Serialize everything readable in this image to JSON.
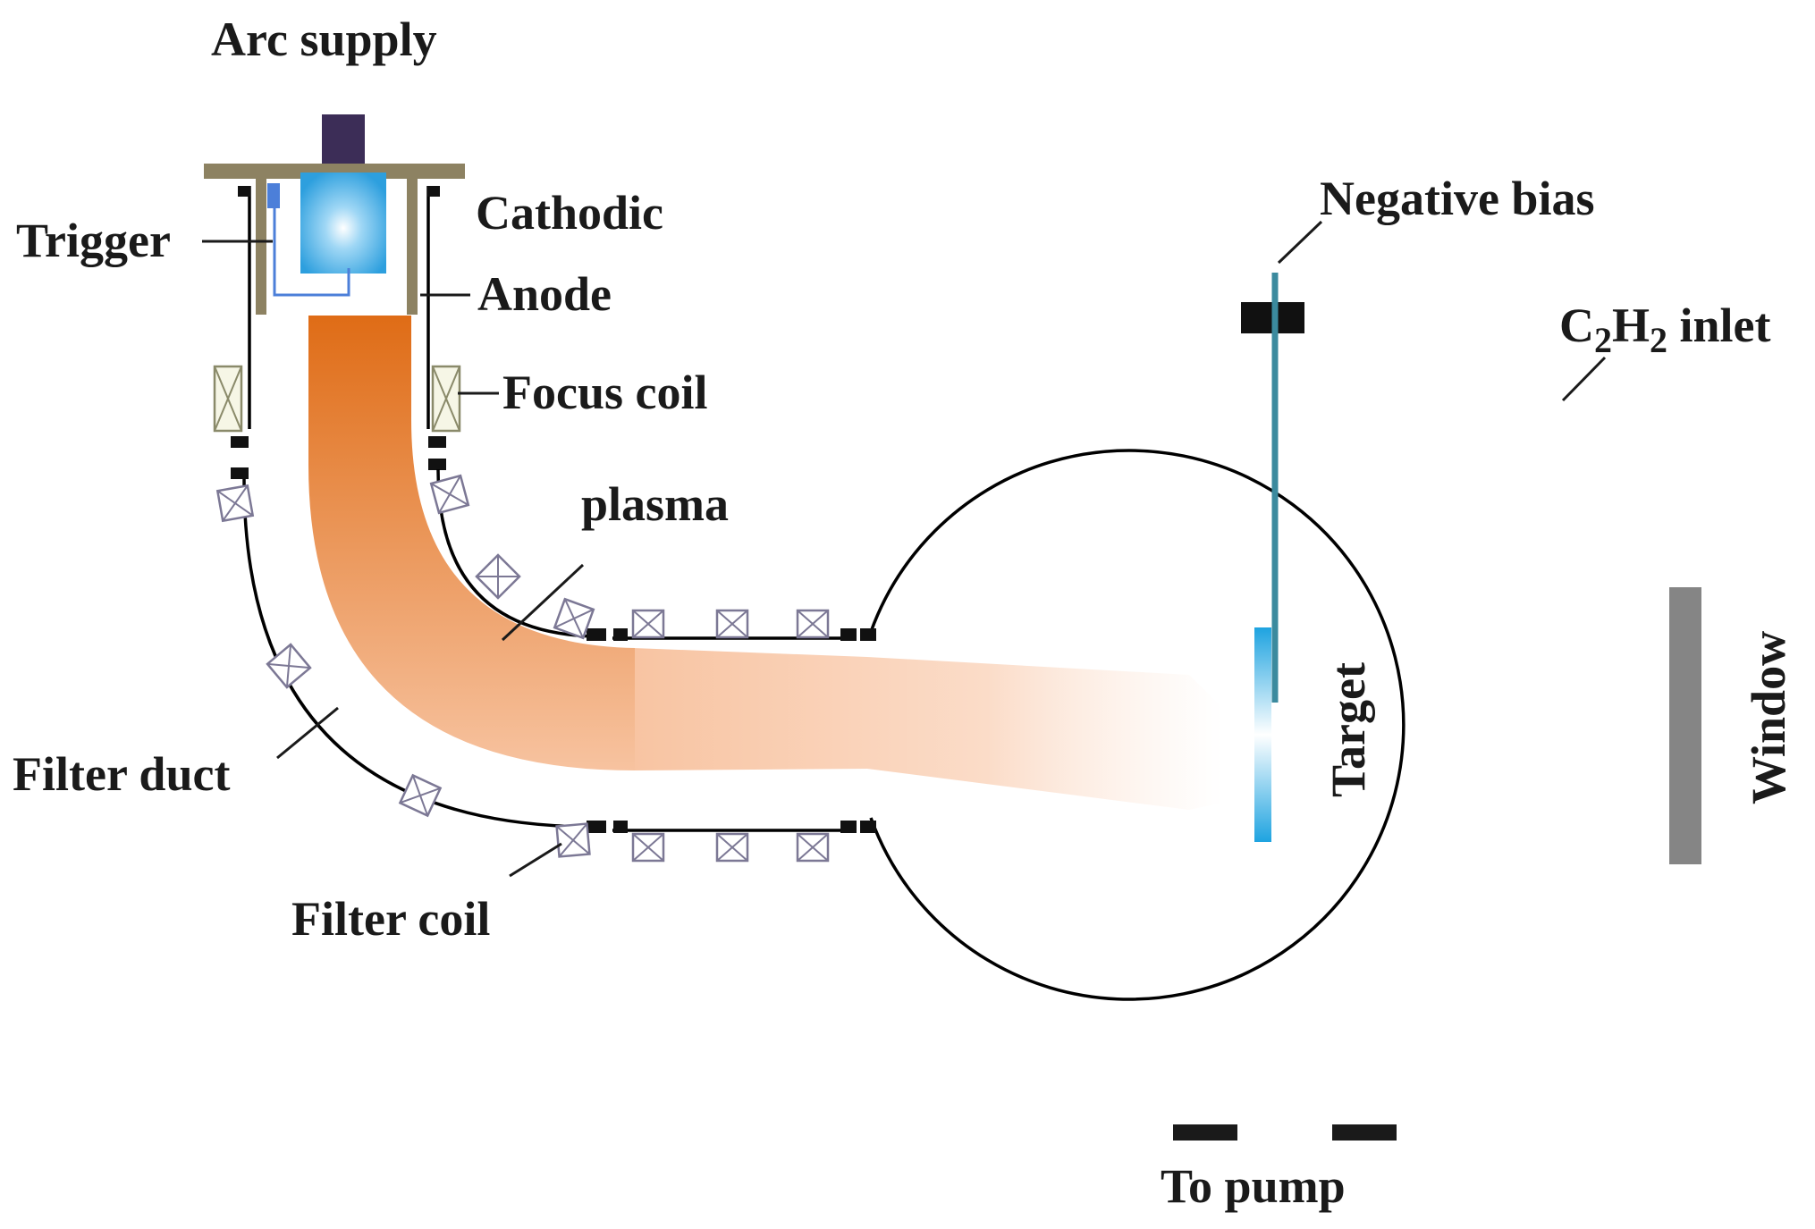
{
  "labels": {
    "arc_supply": "Arc supply",
    "trigger": "Trigger",
    "cathodic": "Cathodic",
    "anode": "Anode",
    "focus_coil": "Focus coil",
    "plasma": "plasma",
    "filter_duct": "Filter duct",
    "filter_coil": "Filter coil",
    "negative_bias": "Negative bias",
    "c2h2_main": "C",
    "c2h2_sub1": "2",
    "c2h2_h": "H",
    "c2h2_sub2": "2",
    "c2h2_rest": " inlet",
    "target": "Target",
    "window": "Window",
    "to_pump": "To pump"
  },
  "colors": {
    "plasma_start": "#e0721e",
    "plasma_end": "#fde8d8",
    "cathode": "#3aa5df",
    "target": "#2aa6de",
    "bias_rod": "#3b8a9e",
    "arc_supply": "#3c2d57",
    "flange": "#8d8262",
    "window": "#858585",
    "coil": "#7c7895"
  }
}
